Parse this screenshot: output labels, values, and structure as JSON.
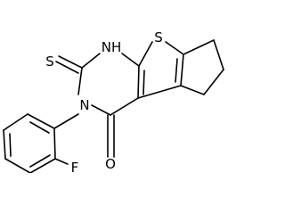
{
  "molecule": {
    "labels": {
      "nh": "NH",
      "s_ring": "S",
      "s_thione": "S",
      "n3": "N",
      "o": "O",
      "f": "F"
    },
    "colors": {
      "bond": "#000000",
      "text": "#000000",
      "background": "#ffffff"
    }
  }
}
